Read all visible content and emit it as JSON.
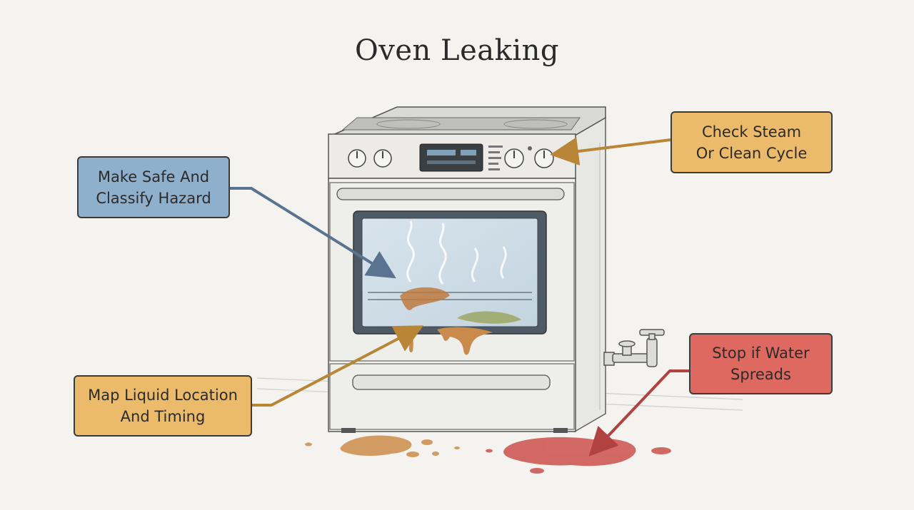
{
  "title": "Oven Leaking",
  "colors": {
    "background": "#f4f3ef",
    "callout_blue": "#8fb0cc",
    "callout_orange": "#ebbb6b",
    "callout_red": "#dd6961",
    "arrow_blue": "#5a7391",
    "arrow_orange": "#b98536",
    "arrow_red": "#b2423f",
    "liquid_brown": "#cf9252",
    "liquid_red": "#cf5a55"
  },
  "callouts": [
    {
      "id": "safe",
      "label": "Make Safe And\nClassify Hazard",
      "color": "blue"
    },
    {
      "id": "steam",
      "label": "Check Steam\nOr Clean Cycle",
      "color": "orange"
    },
    {
      "id": "map",
      "label": "Map Liquid Location\nAnd Timing",
      "color": "orange"
    },
    {
      "id": "stop",
      "label": "Stop if Water\nSpreads",
      "color": "red"
    }
  ]
}
